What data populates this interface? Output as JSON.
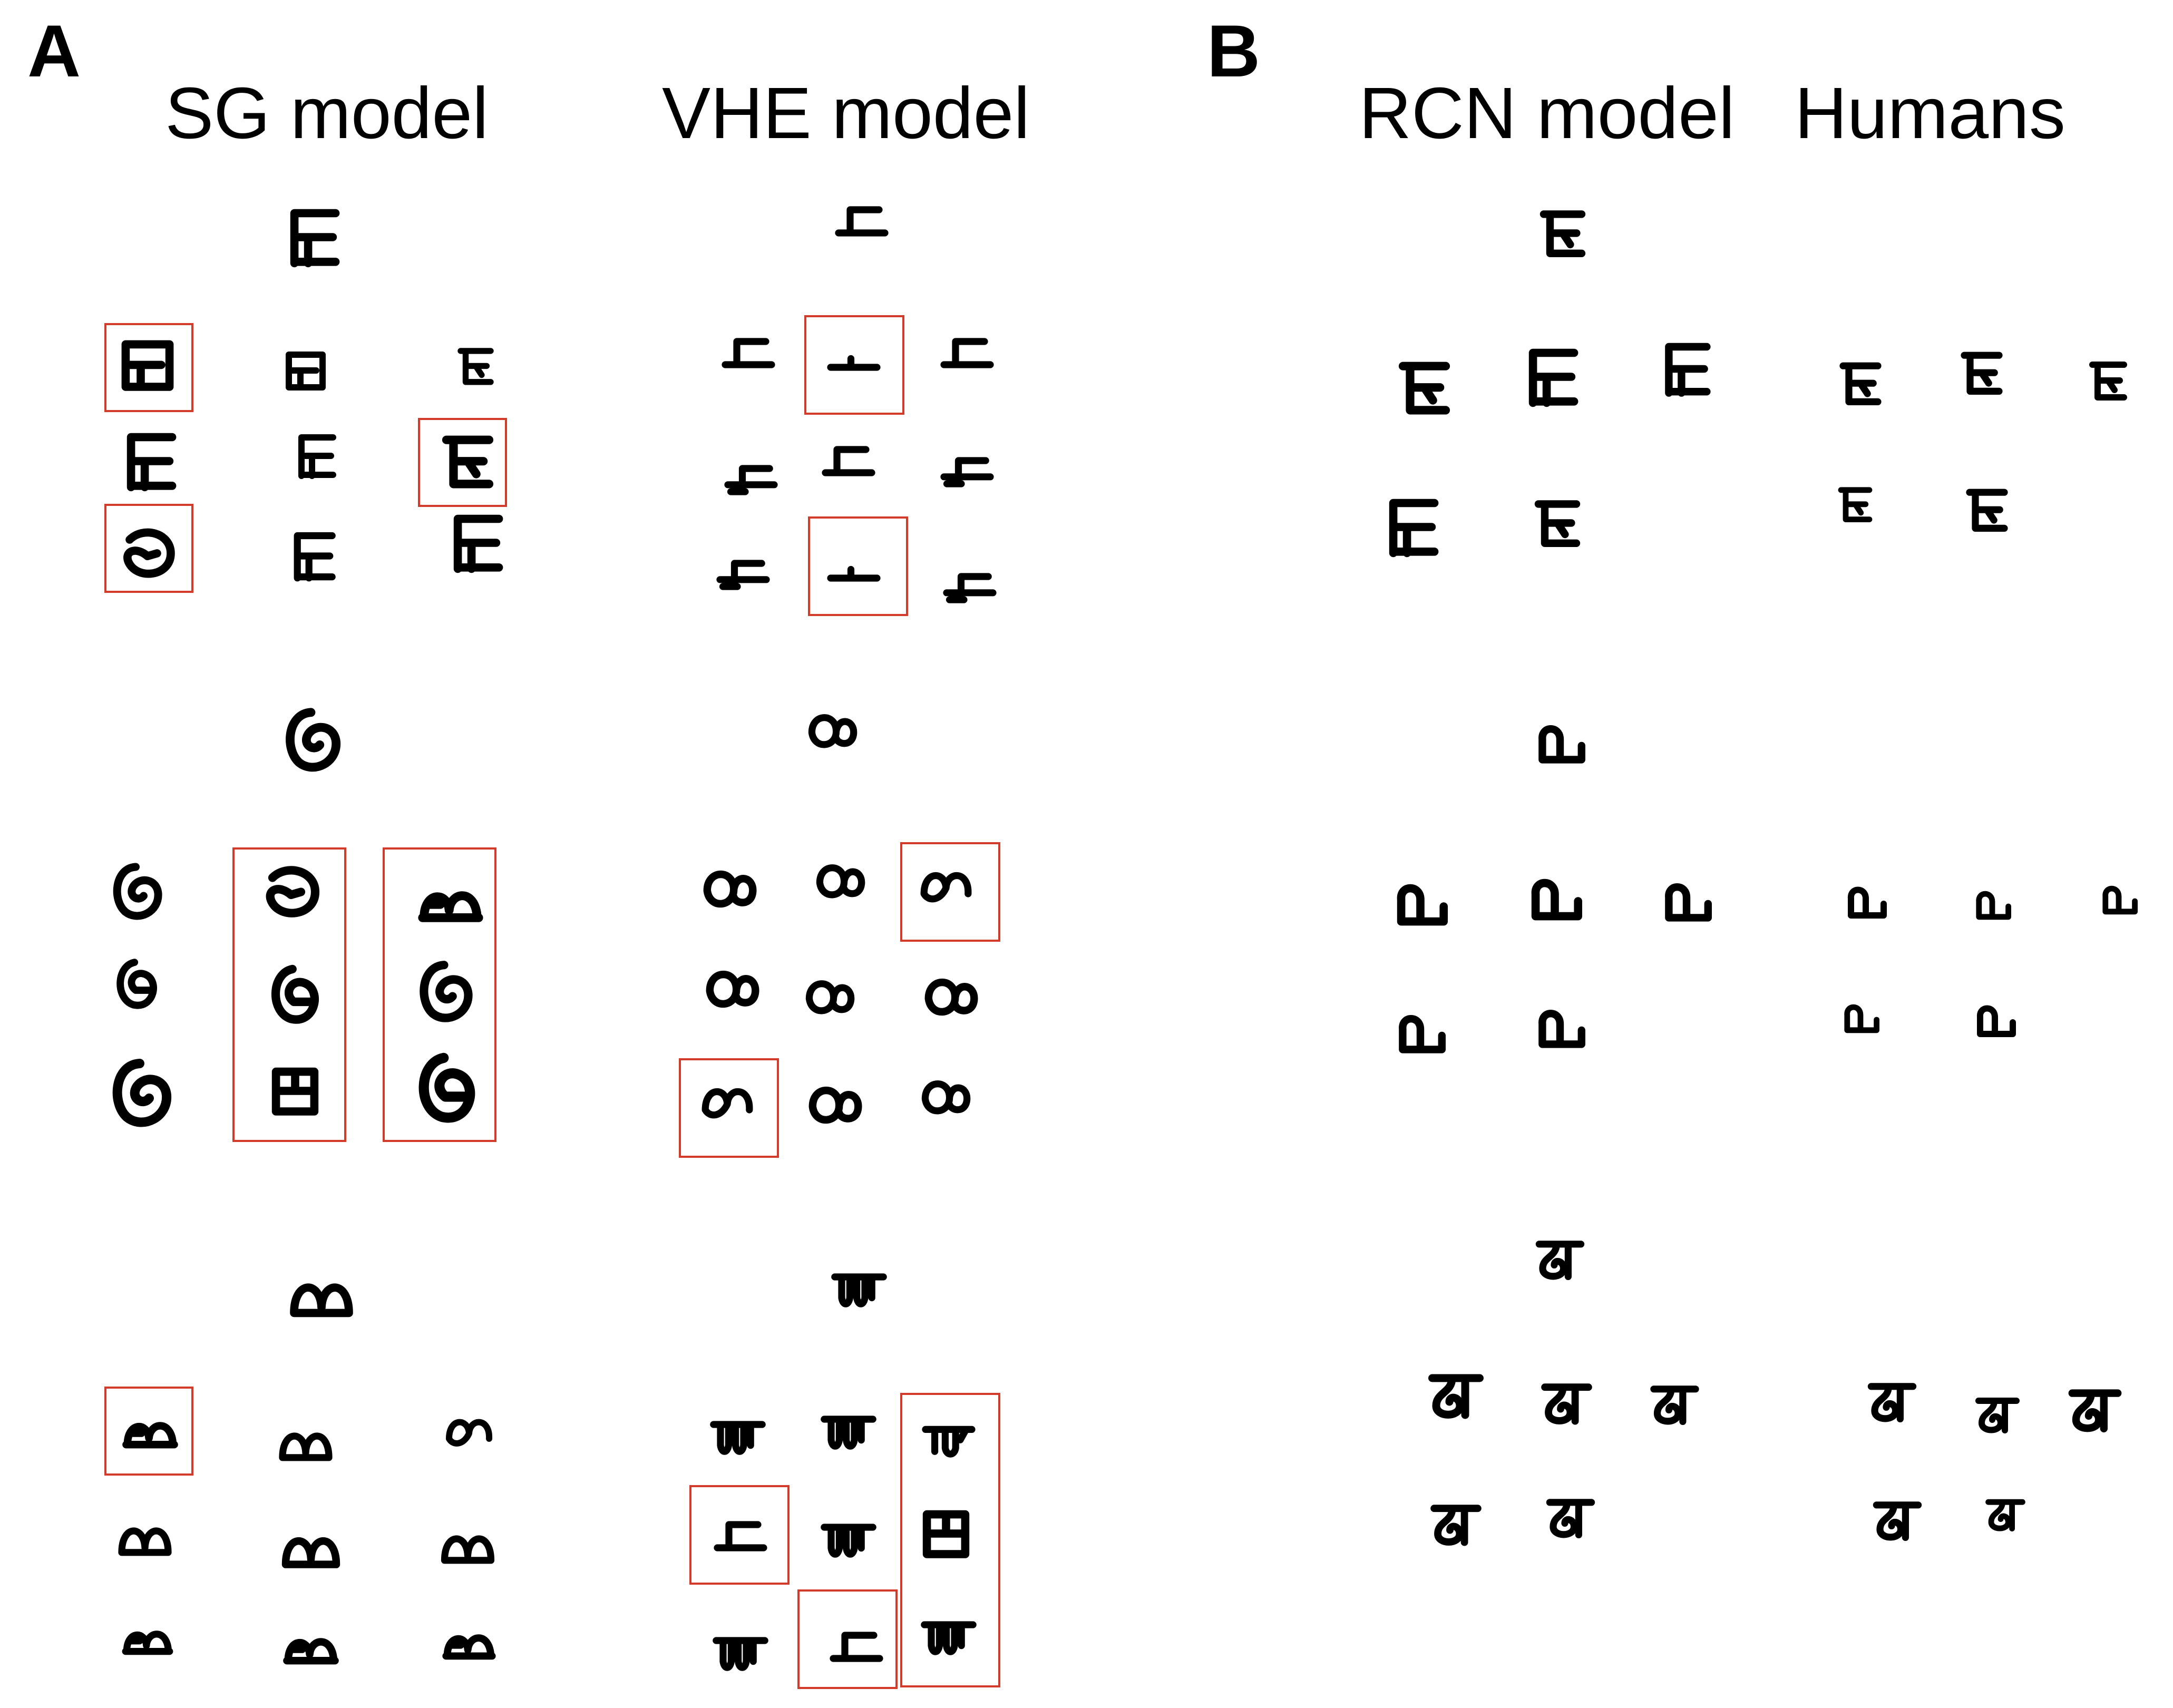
{
  "panels": [
    {
      "id": "A",
      "letter": "A"
    },
    {
      "id": "B",
      "letter": "B"
    }
  ],
  "columns": [
    {
      "id": "sg",
      "title": "SG model"
    },
    {
      "id": "vhe",
      "title": "VHE model"
    },
    {
      "id": "rcn",
      "title": "RCN model"
    },
    {
      "id": "humans",
      "title": "Humans"
    }
  ],
  "highlight_color": "#d23b2a",
  "ink_color": "#000000",
  "characters": [
    {
      "id": "char-1",
      "style": "E-like"
    },
    {
      "id": "char-2",
      "style": "spiral-like"
    },
    {
      "id": "char-3",
      "style": "arch-like"
    }
  ]
}
